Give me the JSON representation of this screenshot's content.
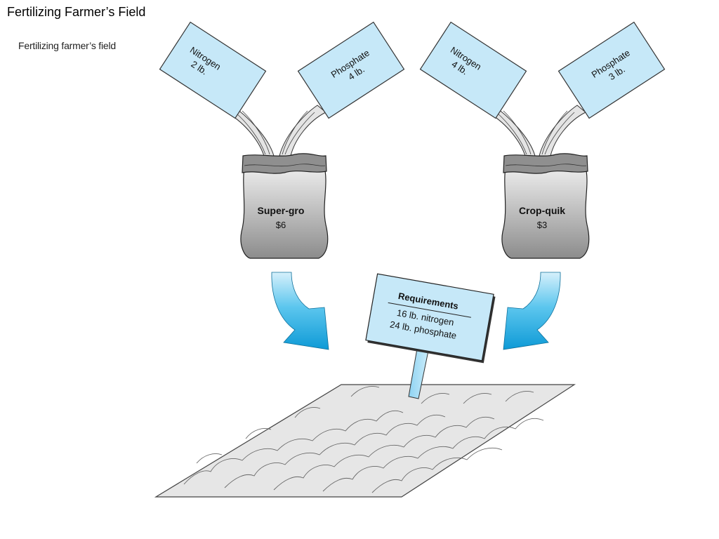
{
  "title": "Fertilizing Farmer’s Field",
  "subtitle": "Fertilizing farmer’s field",
  "products": [
    {
      "name": "Super-gro",
      "price": "$6",
      "ingredients": [
        {
          "nutrient": "Nitrogen",
          "amount": "2 lb."
        },
        {
          "nutrient": "Phosphate",
          "amount": "4 lb."
        }
      ]
    },
    {
      "name": "Crop-quik",
      "price": "$3",
      "ingredients": [
        {
          "nutrient": "Nitrogen",
          "amount": "4 lb."
        },
        {
          "nutrient": "Phosphate",
          "amount": "3 lb."
        }
      ]
    }
  ],
  "requirements": {
    "heading": "Requirements",
    "line1": "16 lb. nitrogen",
    "line2": "24 lb. phosphate"
  },
  "colors": {
    "box_fill": "#c6e8f8",
    "arrow": "#1ea6e0",
    "bag": "#9a9a9a",
    "field": "#e6e6e6"
  }
}
